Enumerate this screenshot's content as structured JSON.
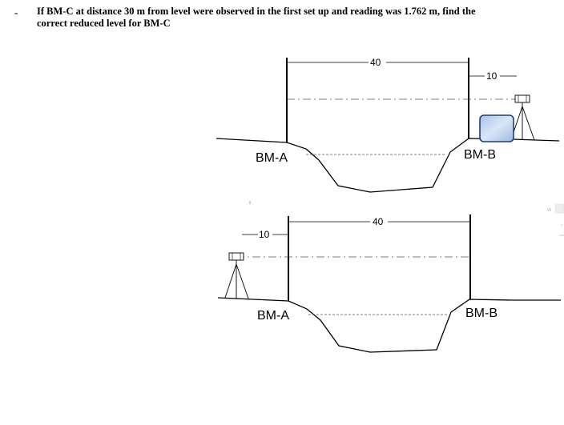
{
  "question": {
    "bullet": "-",
    "line1": "If BM-C at distance 30 m from level were observed in the first set up and reading was 1.762 m, find the",
    "line2": "correct reduced level for BM-C"
  },
  "figure_top": {
    "label_left": "BM-A",
    "label_right": "BM-B",
    "dim_span": "40",
    "dim_instrument": "10"
  },
  "figure_bottom": {
    "label_left": "BM-A",
    "label_right": "BM-B",
    "dim_span": "40",
    "dim_instrument": "10"
  },
  "edge_fragment": {
    "text": "w"
  },
  "colors": {
    "text": "#000000",
    "line": "#000000",
    "dashed_line": "#555555",
    "sticker_fill": "#bcd0ec",
    "sticker_border": "#1f3e7a"
  }
}
